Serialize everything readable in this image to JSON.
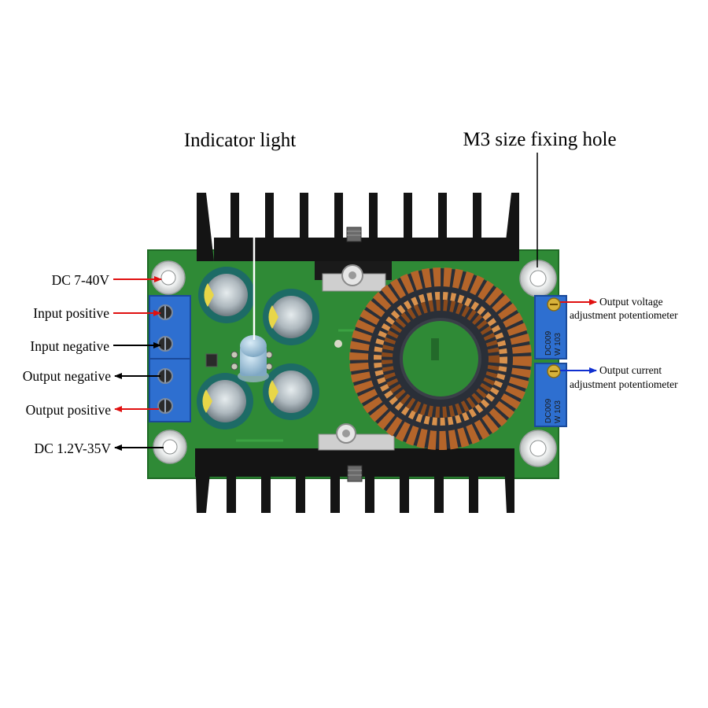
{
  "callouts": {
    "indicator_light": "Indicator light",
    "fixing_hole": "M3 size fixing hole",
    "dc_in": "DC 7-40V",
    "input_positive": "Input positive",
    "input_negative": "Input negative",
    "output_negative": "Output negative",
    "output_positive": "Output positive",
    "dc_out": "DC 1.2V-35V",
    "output_voltage_line1": "Output voltage",
    "output_voltage_line2": "adjustment potentiometer",
    "output_current_line1": "Output current",
    "output_current_line2": "adjustment potentiometer"
  },
  "pot_marking": {
    "line1": "W 103",
    "line2": "DC009"
  },
  "colors": {
    "arrow_red": "#e01010",
    "arrow_black": "#000000",
    "arrow_blue": "#1030d0",
    "pcb_green": "#2f8a36",
    "heatsink": "#141414",
    "terminal_blue": "#2e6fd0",
    "capacitor_teal": "#1d6b66",
    "copper_coil": "#b5652a"
  }
}
